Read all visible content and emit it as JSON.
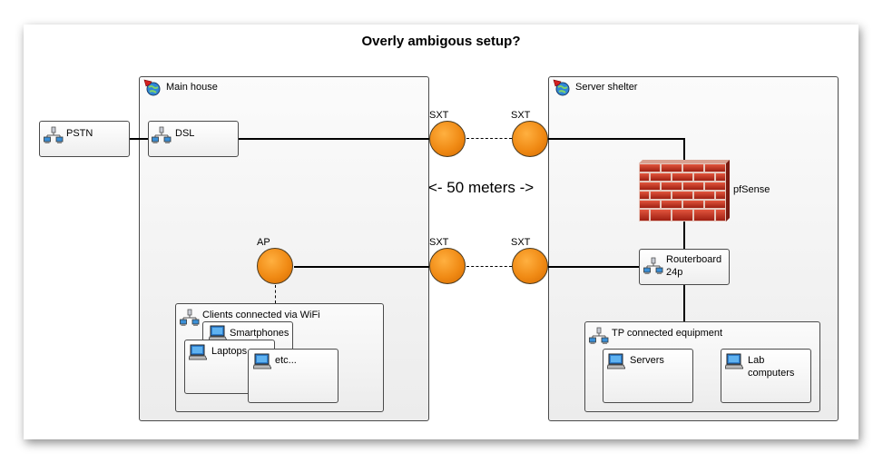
{
  "diagram": {
    "title": "Overly ambigous setup?",
    "distance_label": "<- 50 meters ->",
    "nodes": {
      "pstn": "PSTN",
      "main_house": "Main house",
      "dsl": "DSL",
      "ap": "AP",
      "clients": "Clients connected via WiFi",
      "smartphones": "Smartphones",
      "laptops": "Laptops",
      "etc": "etc...",
      "server_shelter": "Server shelter",
      "pfsense": "pfSense",
      "routerboard": "Routerboard 24p",
      "tp_equipment": "TP connected equipment",
      "servers": "Servers",
      "lab_computers": "Lab computers"
    },
    "links": {
      "sxt_top_left": "SXT",
      "sxt_top_right": "SXT",
      "sxt_bottom_left": "SXT",
      "sxt_bottom_right": "SXT"
    },
    "colors": {
      "node_fill": "#f08a14",
      "firewall_brick": "#c0311f",
      "border": "#4a4a4a"
    },
    "icons": [
      "network-icon",
      "computer-icon",
      "globe-icon",
      "firewall-icon"
    ]
  }
}
